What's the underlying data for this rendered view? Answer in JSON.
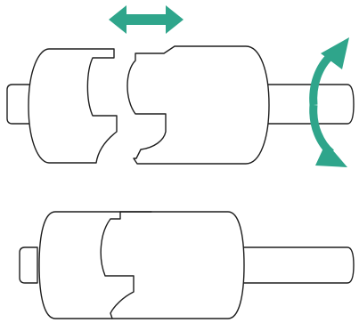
{
  "diagram": {
    "top_assembly": {
      "state": "separated",
      "motion_indicators": [
        "axial-slide-arrow",
        "rotation-arrow"
      ]
    },
    "bottom_assembly": {
      "state": "engaged"
    },
    "colors": {
      "accent": "#2fa58b",
      "outline": "#1e1e1e",
      "background": "#ffffff"
    }
  }
}
